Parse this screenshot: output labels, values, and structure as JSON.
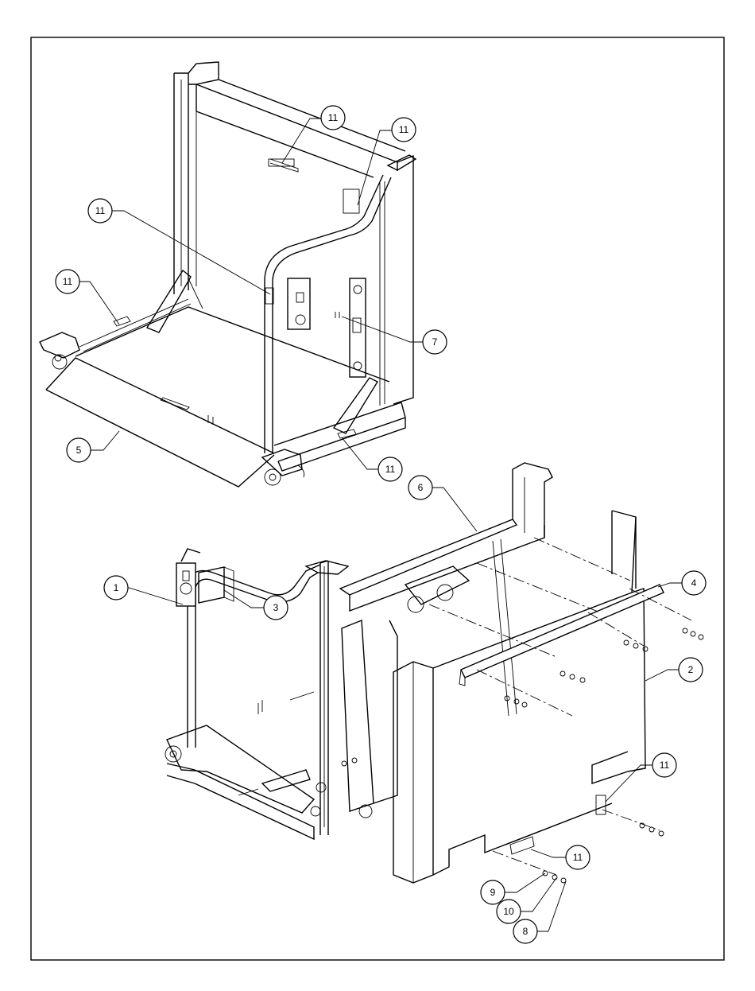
{
  "callouts": [
    {
      "id": "c11a",
      "label": "11"
    },
    {
      "id": "c11b",
      "label": "11"
    },
    {
      "id": "c11c",
      "label": "11"
    },
    {
      "id": "c11d",
      "label": "11"
    },
    {
      "id": "c7",
      "label": "7"
    },
    {
      "id": "c5",
      "label": "5"
    },
    {
      "id": "c11e",
      "label": "11"
    },
    {
      "id": "c6",
      "label": "6"
    },
    {
      "id": "c4",
      "label": "4"
    },
    {
      "id": "c1",
      "label": "1"
    },
    {
      "id": "c3",
      "label": "3"
    },
    {
      "id": "c2",
      "label": "2"
    },
    {
      "id": "c11f",
      "label": "11"
    },
    {
      "id": "c11g",
      "label": "11"
    },
    {
      "id": "c9",
      "label": "9"
    },
    {
      "id": "c10",
      "label": "10"
    },
    {
      "id": "c8",
      "label": "8"
    }
  ]
}
